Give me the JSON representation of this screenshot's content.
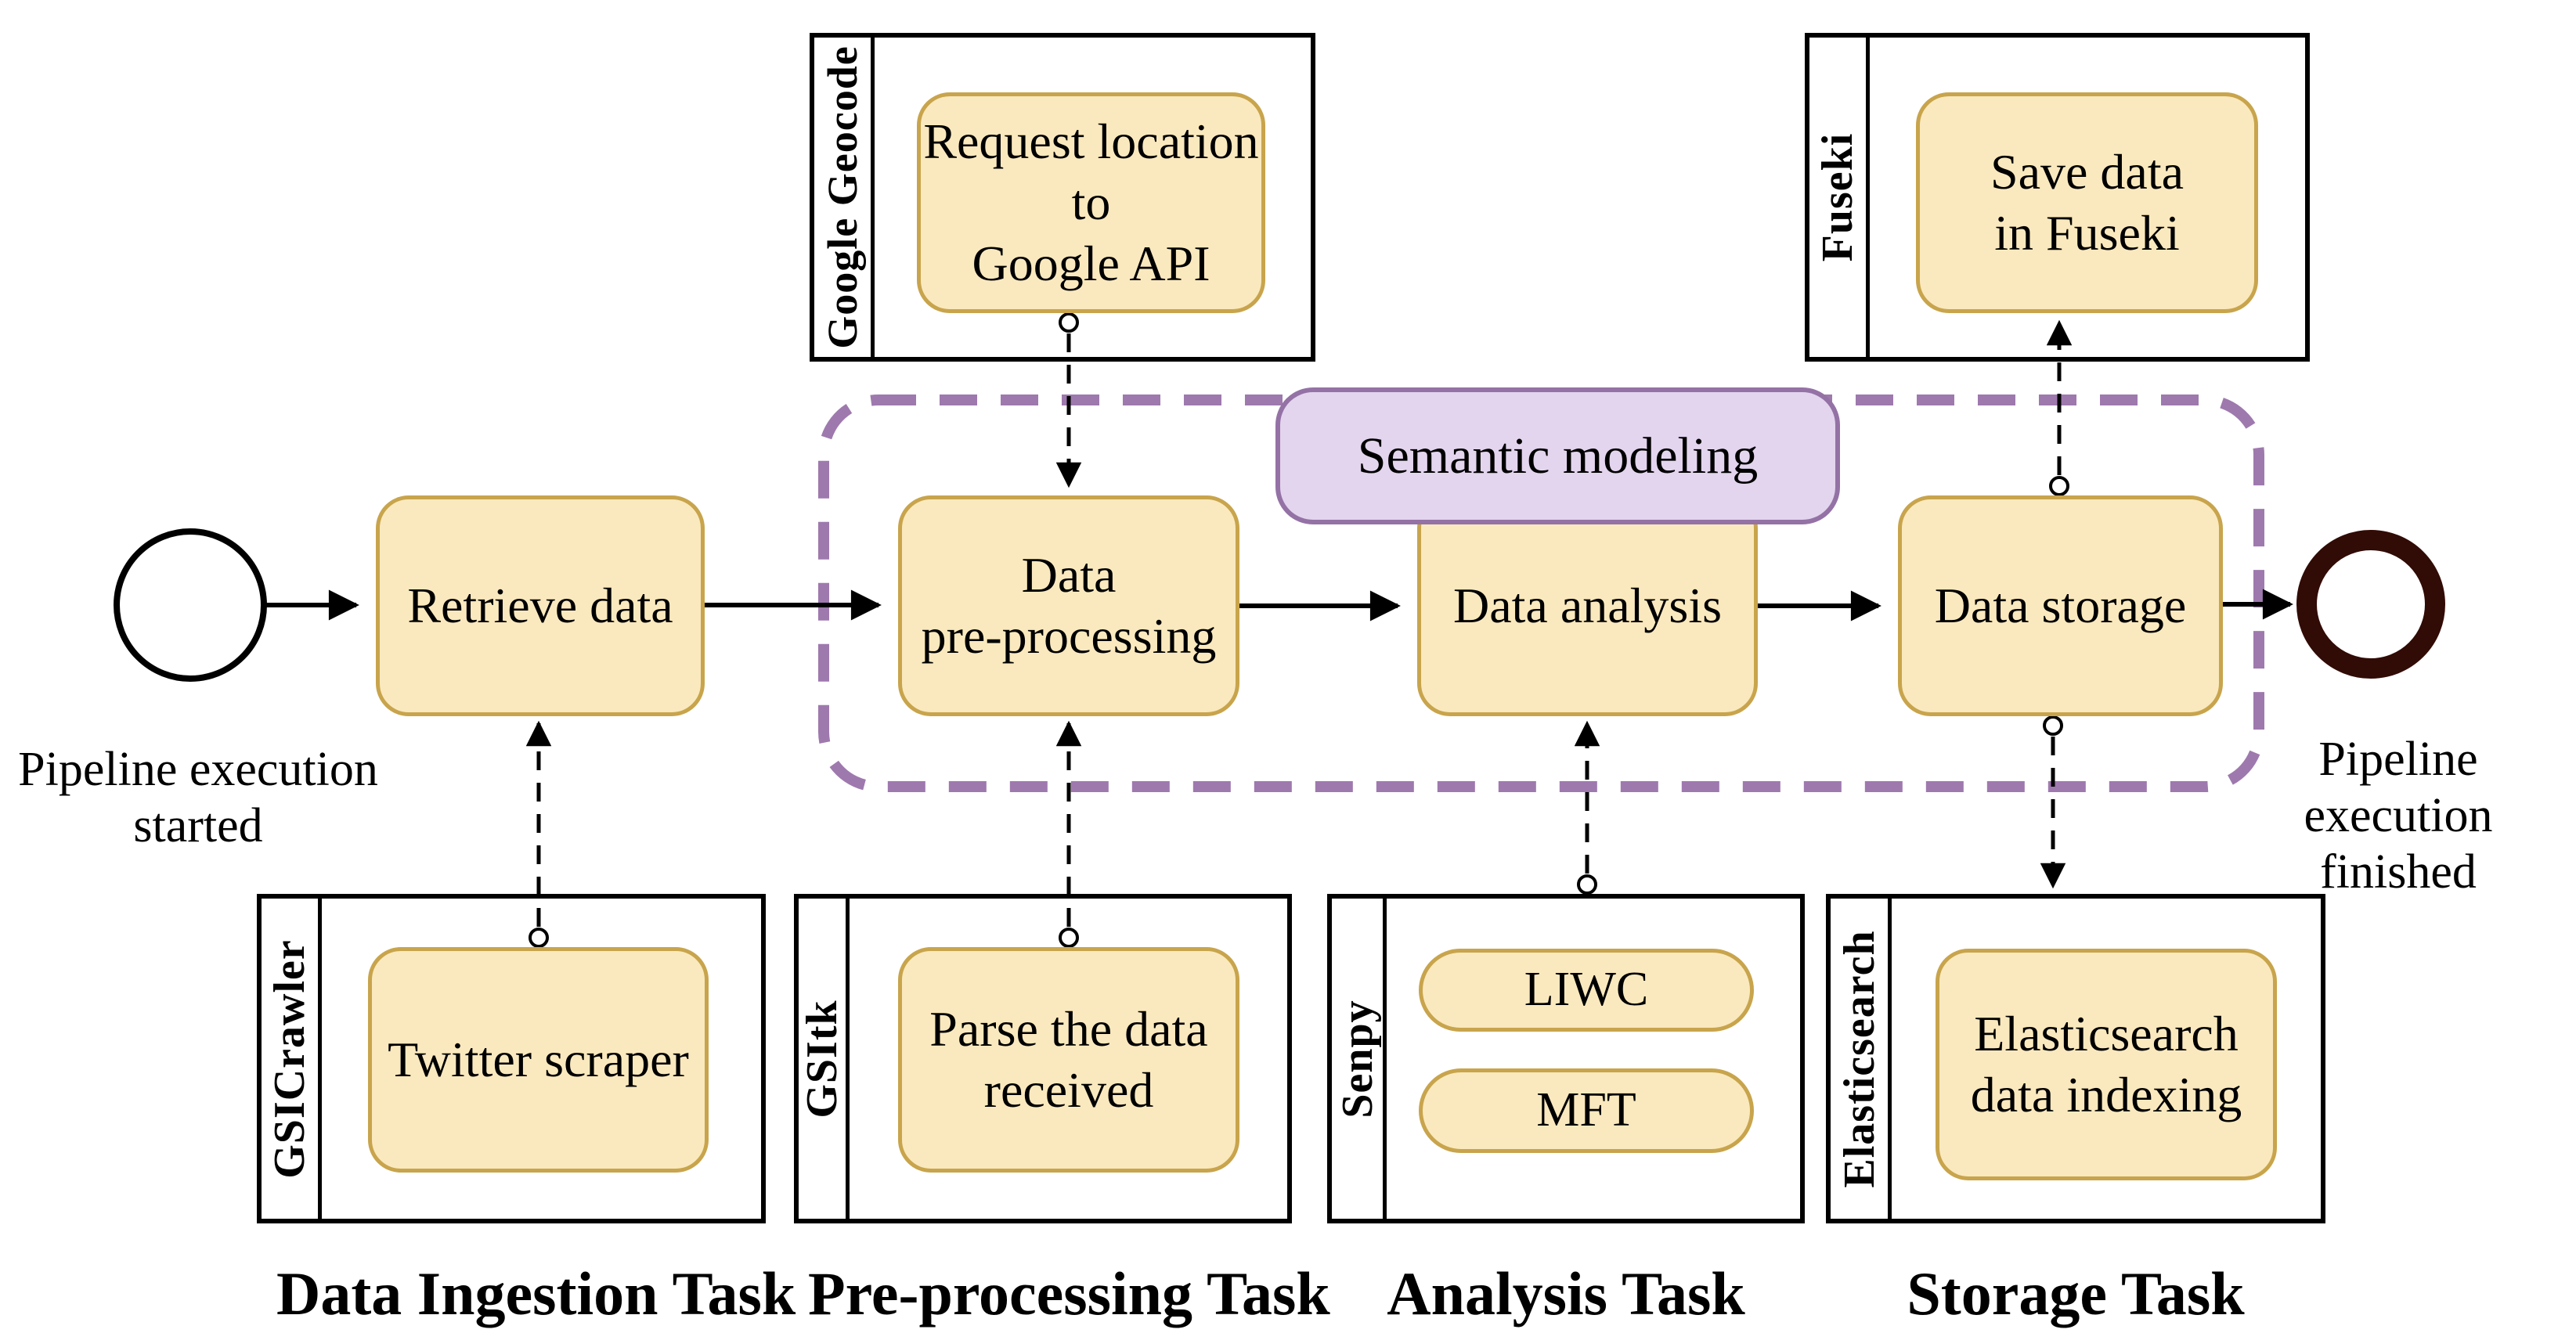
{
  "diagram": {
    "start_event": {
      "label": "Pipeline execution\nstarted"
    },
    "end_event": {
      "label": "Pipeline\nexecution finished"
    },
    "group": {
      "label": "Semantic modeling"
    },
    "main_tasks": {
      "retrieve": "Retrieve data",
      "preprocessing": "Data\npre-processing",
      "analysis": "Data analysis",
      "storage": "Data storage"
    },
    "pools": {
      "google_geocode": {
        "lane": "Google Geocode",
        "task": "Request location\nto\nGoogle API"
      },
      "fuseki": {
        "lane": "Fuseki",
        "task": "Save data\nin Fuseki"
      },
      "gsicrawler": {
        "lane": "GSICrawler",
        "task": "Twitter scraper",
        "caption": "Data Ingestion Task"
      },
      "gsitk": {
        "lane": "GSItk",
        "task": "Parse the data\nreceived",
        "caption": "Pre-processing Task"
      },
      "senpy": {
        "lane": "Senpy",
        "tasks": [
          "LIWC",
          "MFT"
        ],
        "caption": "Analysis Task"
      },
      "elasticsearch": {
        "lane": "Elasticsearch",
        "task": "Elasticsearch\ndata indexing",
        "caption": "Storage Task"
      }
    },
    "colors": {
      "task_fill": "#FAE9BE",
      "task_border": "#C8A44C",
      "group_border": "#9E79AE",
      "group_label_fill": "#E3D5EE",
      "group_label_border": "#9472A5",
      "end_event_ring": "#310B05",
      "flow": "#000000"
    }
  }
}
